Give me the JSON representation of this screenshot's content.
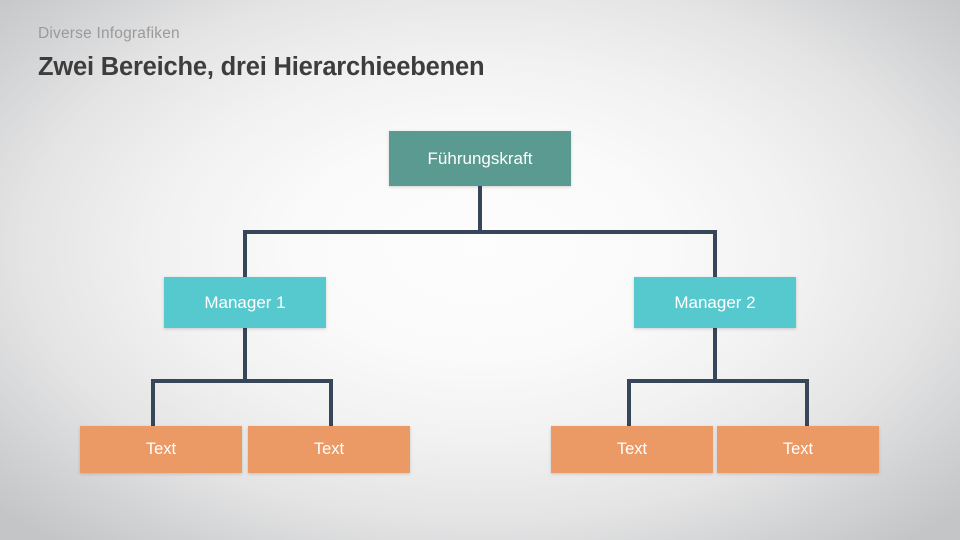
{
  "header": {
    "eyebrow": "Diverse Infografiken",
    "title": "Zwei Bereiche, drei Hierarchieebenen"
  },
  "colors": {
    "leader_box": "#5b9a90",
    "manager_box": "#55c9ce",
    "text_box": "#eb9a66",
    "connector": "#374759",
    "title_text": "#3d3d3d",
    "eyebrow_text": "#9a9a9a",
    "box_label": "#ffffff",
    "background_center": "#fdfdfd",
    "background_edge": "#c4c5c6"
  },
  "chart_data": {
    "type": "diagram",
    "diagram_kind": "org-chart",
    "title": "Zwei Bereiche, drei Hierarchieebenen",
    "levels": 3,
    "nodes": [
      {
        "id": "leader",
        "label": "Führungskraft",
        "level": 1,
        "color": "#5b9a90"
      },
      {
        "id": "mgr1",
        "label": "Manager 1",
        "level": 2,
        "color": "#55c9ce"
      },
      {
        "id": "mgr2",
        "label": "Manager 2",
        "level": 2,
        "color": "#55c9ce"
      },
      {
        "id": "leaf1",
        "label": "Text",
        "level": 3,
        "color": "#eb9a66"
      },
      {
        "id": "leaf2",
        "label": "Text",
        "level": 3,
        "color": "#eb9a66"
      },
      {
        "id": "leaf3",
        "label": "Text",
        "level": 3,
        "color": "#eb9a66"
      },
      {
        "id": "leaf4",
        "label": "Text",
        "level": 3,
        "color": "#eb9a66"
      }
    ],
    "edges": [
      {
        "from": "leader",
        "to": "mgr1"
      },
      {
        "from": "leader",
        "to": "mgr2"
      },
      {
        "from": "mgr1",
        "to": "leaf1"
      },
      {
        "from": "mgr1",
        "to": "leaf2"
      },
      {
        "from": "mgr2",
        "to": "leaf3"
      },
      {
        "from": "mgr2",
        "to": "leaf4"
      }
    ]
  },
  "nodes": {
    "leader": {
      "label": "Führungskraft"
    },
    "manager1": {
      "label": "Manager 1"
    },
    "manager2": {
      "label": "Manager 2"
    },
    "leaf1": {
      "label": "Text"
    },
    "leaf2": {
      "label": "Text"
    },
    "leaf3": {
      "label": "Text"
    },
    "leaf4": {
      "label": "Text"
    }
  }
}
